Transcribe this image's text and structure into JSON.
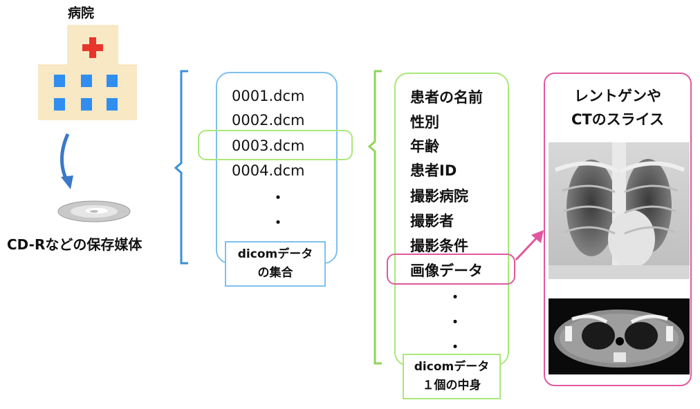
{
  "source": {
    "hospital_label": "病院",
    "media_label": "CD-Rなどの保存媒体"
  },
  "file_list": {
    "files": [
      "0001.dcm",
      "0002.dcm",
      "0003.dcm",
      "0004.dcm"
    ],
    "ellipsis": "・",
    "label_line1": "dicomデータ",
    "label_line2": "の集合"
  },
  "contents": {
    "fields": [
      "患者の名前",
      "性別",
      "年齢",
      "患者ID",
      "撮影病院",
      "撮影者",
      "撮影条件",
      "画像データ"
    ],
    "ellipsis": "・",
    "label_line1": "dicomデータ",
    "label_line2": "１個の中身"
  },
  "images": {
    "title_line1": "レントゲンや",
    "title_line2": "CTのスライス"
  },
  "colors": {
    "blue": "#3a8fdb",
    "green": "#8ed65a",
    "pink": "#e0579f",
    "hospital_body": "#f8e8c4",
    "window": "#2f8ef0",
    "cross": "#e8352c"
  }
}
